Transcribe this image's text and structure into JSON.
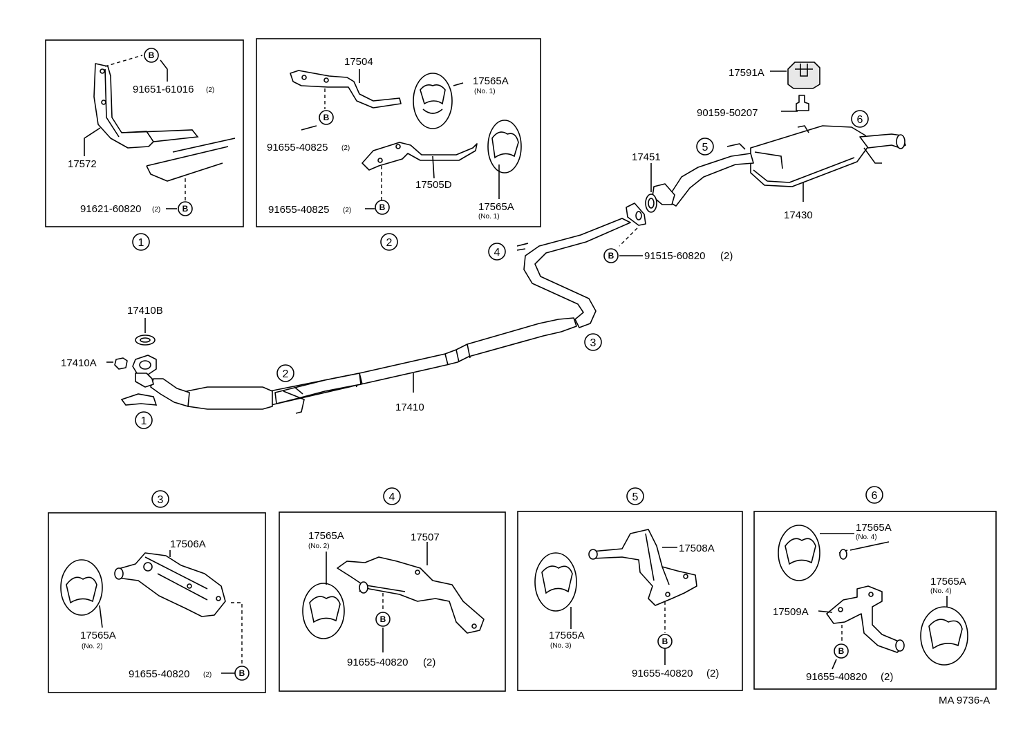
{
  "drawing_code": "MA 9736-A",
  "callout_numbers": [
    "1",
    "2",
    "3",
    "4",
    "5",
    "6"
  ],
  "bolt_marker": "B",
  "main_parts": {
    "front_pipe": "17410",
    "gasket_b": "17410B",
    "nut_a": "17410A",
    "gasket": "17451",
    "tail_pipe_assy": "17430",
    "mount": "17591A",
    "mount_bolt": "90159-50207",
    "flange_bolt": "91515-60820",
    "flange_bolt_qty": "(2)"
  },
  "detail_1": {
    "bracket": "17572",
    "bolt_top": "91651-61016",
    "bolt_top_qty": "(2)",
    "bolt_bottom": "91621-60820",
    "bolt_bottom_qty": "(2)"
  },
  "detail_2": {
    "hanger_a": "17504",
    "hanger_b": "17505D",
    "cushion_1": "17565A",
    "cushion_1_no": "(No. 1)",
    "cushion_2": "17565A",
    "cushion_2_no": "(No. 1)",
    "bolt_1": "91655-40825",
    "bolt_1_qty": "(2)",
    "bolt_2": "91655-40825",
    "bolt_2_qty": "(2)"
  },
  "detail_3": {
    "bracket": "17506A",
    "cushion": "17565A",
    "cushion_no": "(No. 2)",
    "bolt": "91655-40820",
    "bolt_qty": "(2)"
  },
  "detail_4": {
    "bracket": "17507",
    "cushion": "17565A",
    "cushion_no": "(No. 2)",
    "bolt": "91655-40820",
    "bolt_qty": "(2)"
  },
  "detail_5": {
    "bracket": "17508A",
    "cushion": "17565A",
    "cushion_no": "(No. 3)",
    "bolt": "91655-40820",
    "bolt_qty": "(2)"
  },
  "detail_6": {
    "bracket": "17509A",
    "cushion_1": "17565A",
    "cushion_1_no": "(No. 4)",
    "cushion_2": "17565A",
    "cushion_2_no": "(No. 4)",
    "bolt": "91655-40820",
    "bolt_qty": "(2)"
  }
}
